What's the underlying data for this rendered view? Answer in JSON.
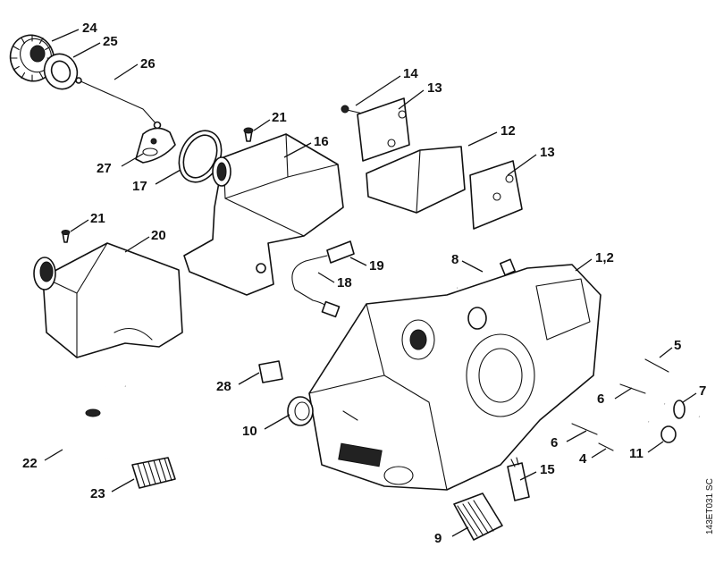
{
  "diagram": {
    "reference_code": "143ET031 SC",
    "callouts": [
      {
        "id": "24",
        "label": "24"
      },
      {
        "id": "25",
        "label": "25"
      },
      {
        "id": "26",
        "label": "26"
      },
      {
        "id": "27",
        "label": "27"
      },
      {
        "id": "17",
        "label": "17"
      },
      {
        "id": "21a",
        "label": "21"
      },
      {
        "id": "16",
        "label": "16"
      },
      {
        "id": "14",
        "label": "14"
      },
      {
        "id": "13a",
        "label": "13"
      },
      {
        "id": "12",
        "label": "12"
      },
      {
        "id": "13b",
        "label": "13"
      },
      {
        "id": "21b",
        "label": "21"
      },
      {
        "id": "20",
        "label": "20"
      },
      {
        "id": "19",
        "label": "19"
      },
      {
        "id": "18",
        "label": "18"
      },
      {
        "id": "8",
        "label": "8"
      },
      {
        "id": "1_2",
        "label": "1,2"
      },
      {
        "id": "5",
        "label": "5"
      },
      {
        "id": "28",
        "label": "28"
      },
      {
        "id": "6a",
        "label": "6"
      },
      {
        "id": "7",
        "label": "7"
      },
      {
        "id": "10",
        "label": "10"
      },
      {
        "id": "6b",
        "label": "6"
      },
      {
        "id": "4",
        "label": "4"
      },
      {
        "id": "11",
        "label": "11"
      },
      {
        "id": "15",
        "label": "15"
      },
      {
        "id": "22",
        "label": "22"
      },
      {
        "id": "23",
        "label": "23"
      },
      {
        "id": "9",
        "label": "9"
      }
    ]
  }
}
